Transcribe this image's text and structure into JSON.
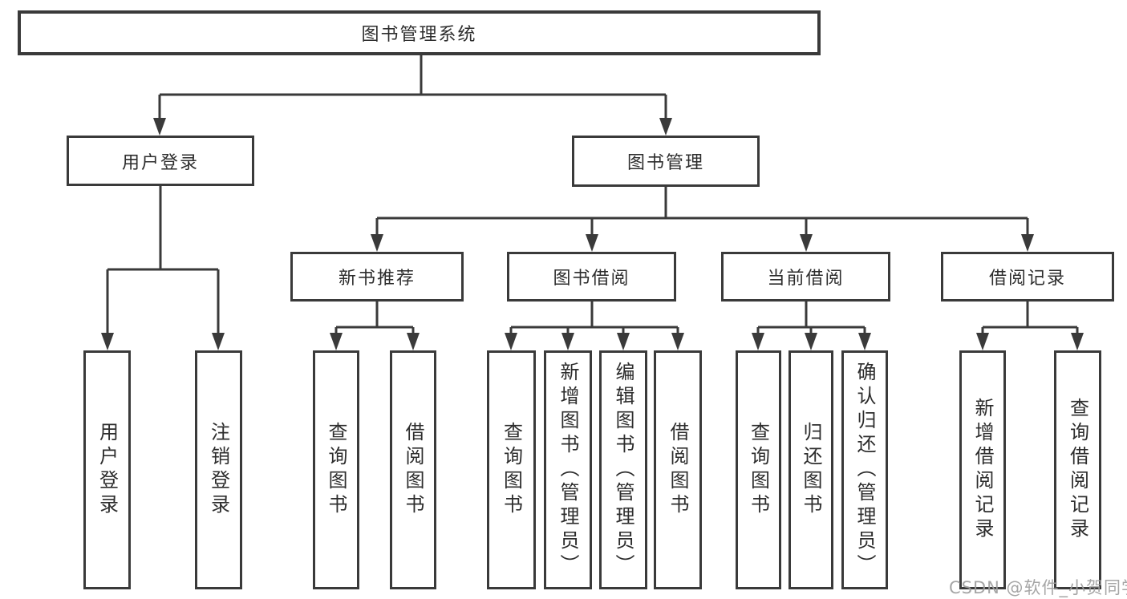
{
  "diagram": {
    "title": "图书管理系统",
    "colors": {
      "line": "#3a3a3a",
      "box_border": "#3a3a3a",
      "box_background": "#ffffff",
      "text": "#2d2d2d",
      "watermark": "#9e9e9e"
    },
    "nodes": {
      "root": {
        "label": "图书管理系统"
      },
      "level2": [
        {
          "label": "用户登录"
        },
        {
          "label": "图书管理"
        }
      ],
      "level3": [
        {
          "label": "新书推荐",
          "parent": "图书管理"
        },
        {
          "label": "图书借阅",
          "parent": "图书管理"
        },
        {
          "label": "当前借阅",
          "parent": "图书管理"
        },
        {
          "label": "借阅记录",
          "parent": "图书管理"
        }
      ],
      "leaves": [
        {
          "label": "用户登录",
          "parent": "用户登录"
        },
        {
          "label": "注销登录",
          "parent": "用户登录"
        },
        {
          "label": "查询图书",
          "parent": "新书推荐"
        },
        {
          "label": "借阅图书",
          "parent": "新书推荐"
        },
        {
          "label": "查询图书",
          "parent": "图书借阅"
        },
        {
          "label": "新增图书（管理员）",
          "parent": "图书借阅"
        },
        {
          "label": "编辑图书（管理员）",
          "parent": "图书借阅"
        },
        {
          "label": "借阅图书",
          "parent": "图书借阅"
        },
        {
          "label": "查询图书",
          "parent": "当前借阅"
        },
        {
          "label": "归还图书",
          "parent": "当前借阅"
        },
        {
          "label": "确认归还（管理员）",
          "parent": "当前借阅"
        },
        {
          "label": "新增借阅记录",
          "parent": "借阅记录"
        },
        {
          "label": "查询借阅记录",
          "parent": "借阅记录"
        }
      ]
    },
    "watermark": "CSDN @软件_小贺同学"
  }
}
